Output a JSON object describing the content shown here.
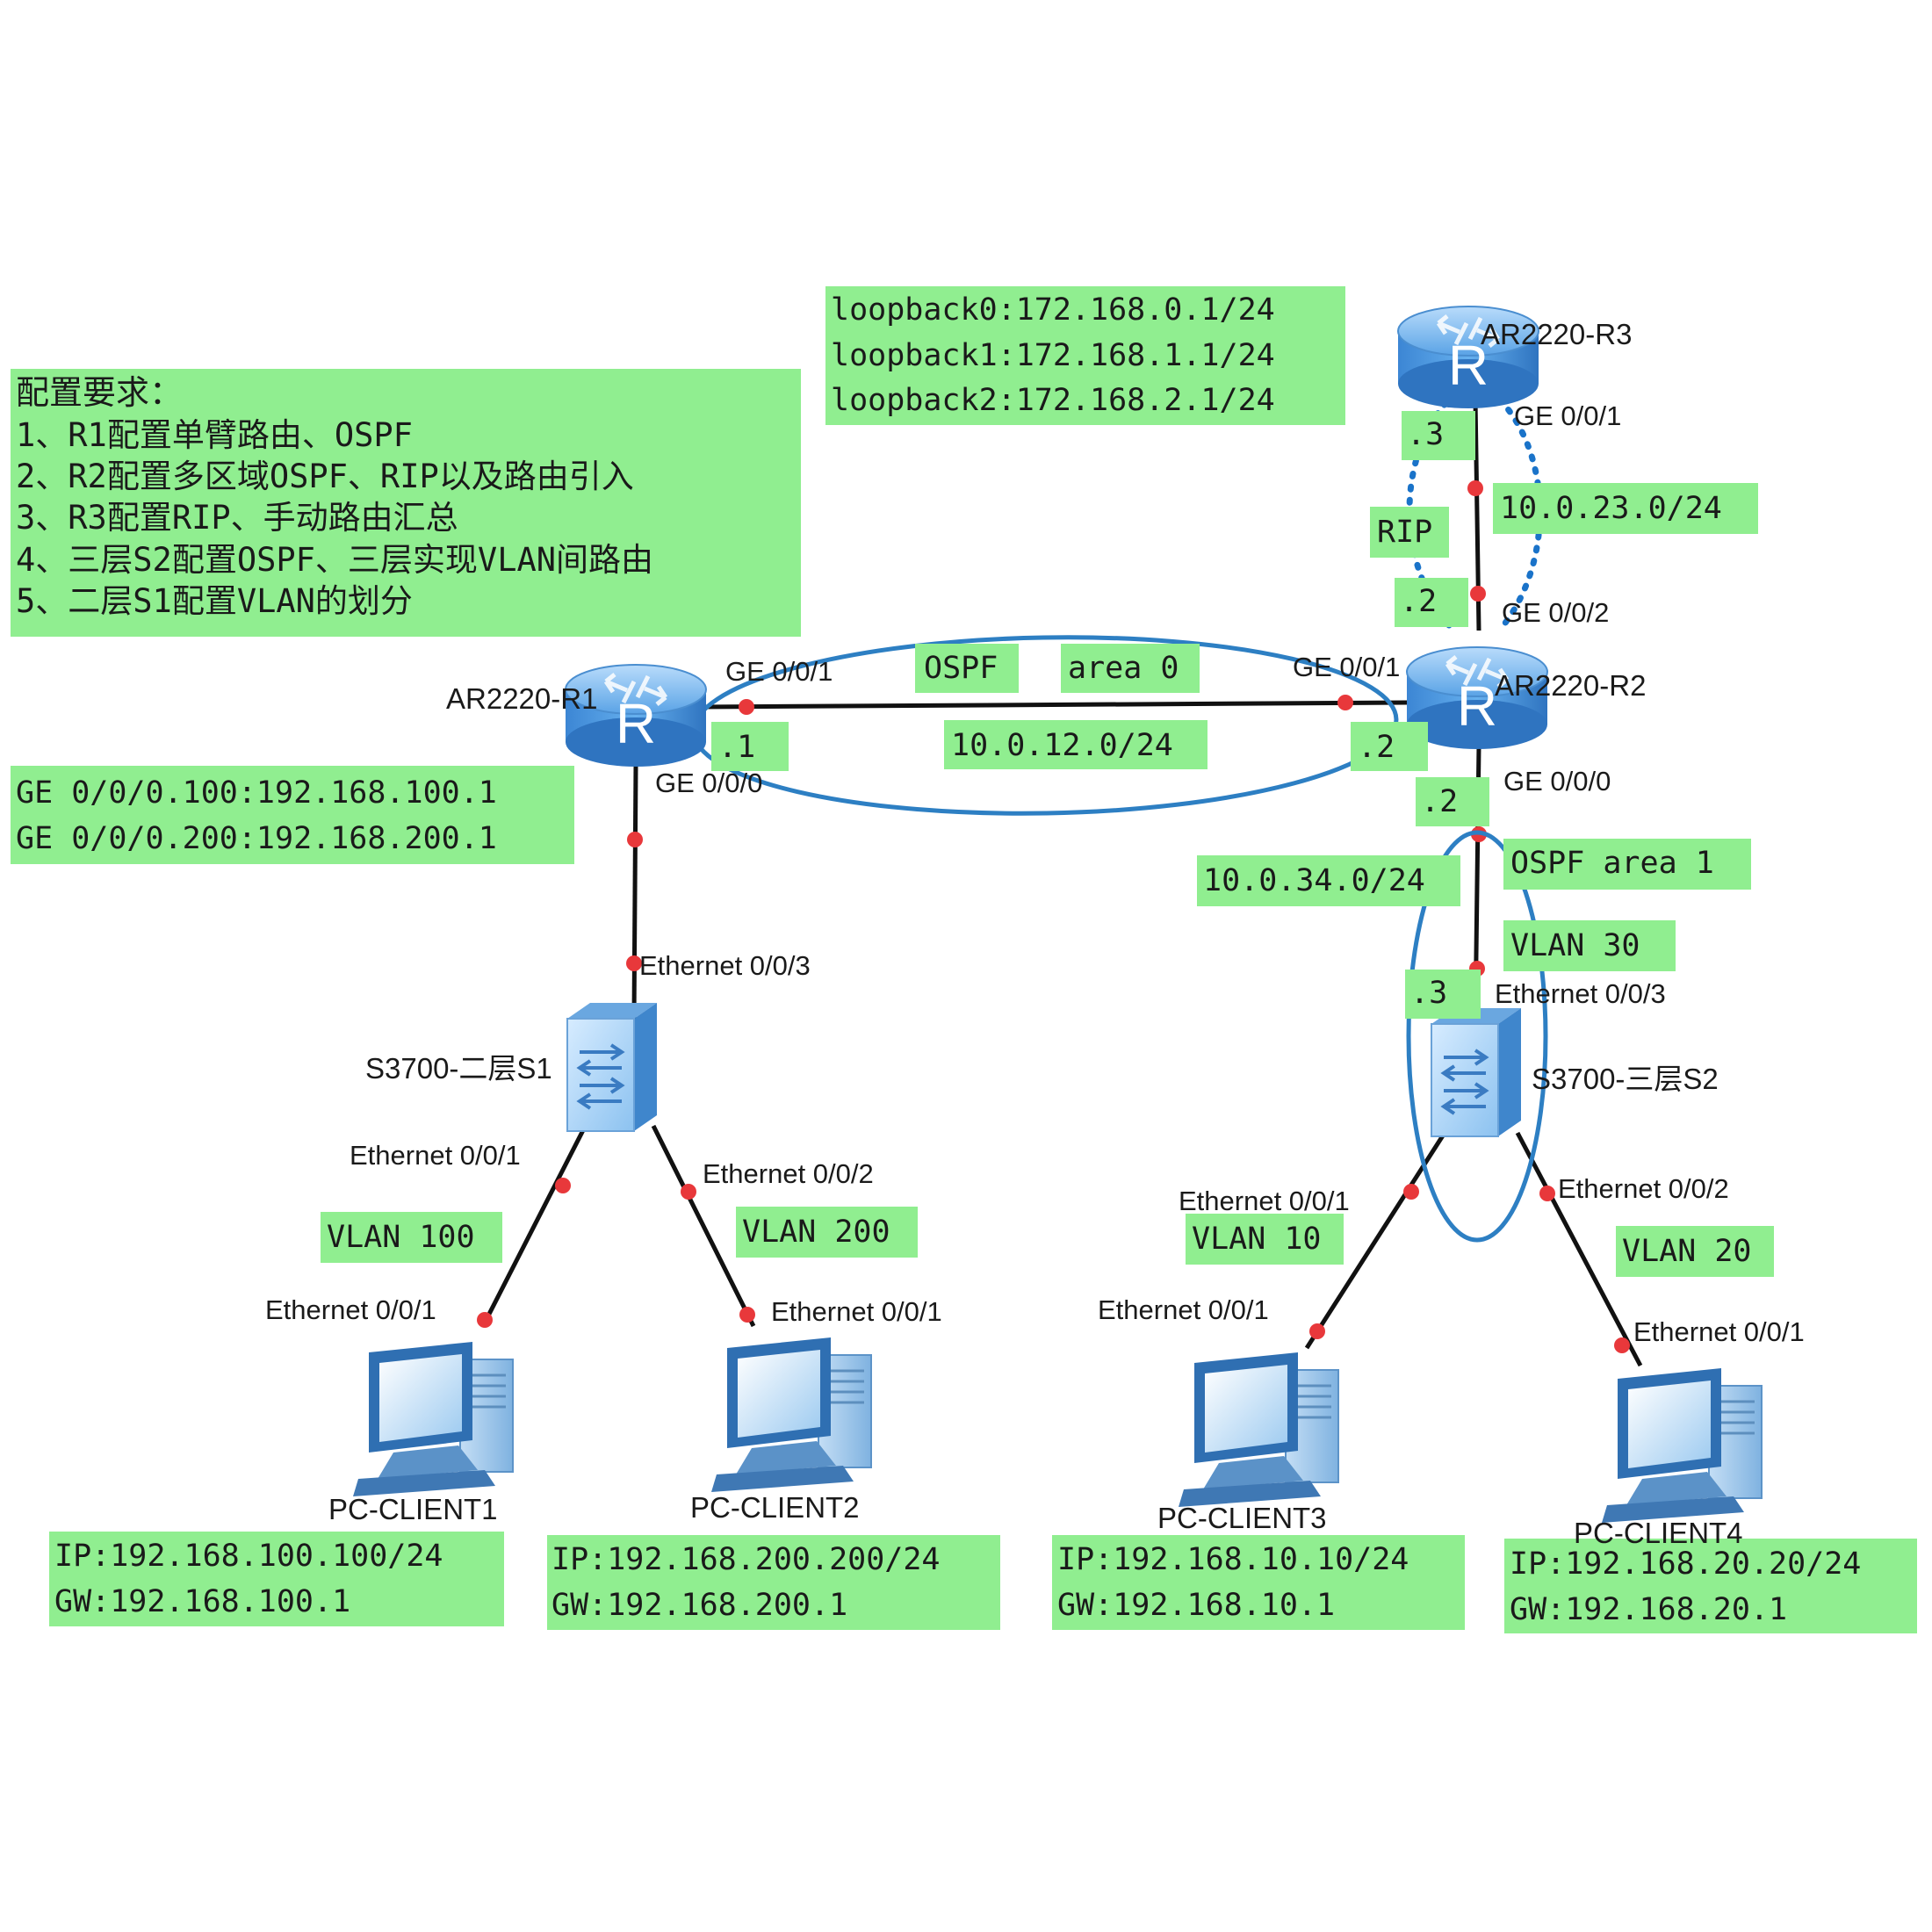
{
  "requirements": {
    "title": "配置要求：",
    "items": [
      "1、R1配置单臂路由、OSPF",
      "2、R2配置多区域OSPF、RIP以及路由引入",
      "3、R3配置RIP、手动路由汇总",
      "4、三层S2配置OSPF、三层实现VLAN间路由",
      "5、二层S1配置VLAN的划分"
    ]
  },
  "loopbacks": [
    "loopback0:172.168.0.1/24",
    "loopback1:172.168.1.1/24",
    "loopback2:172.168.2.1/24"
  ],
  "r1_subinterfaces": [
    "GE 0/0/0.100:192.168.100.1",
    "GE 0/0/0.200:192.168.200.1"
  ],
  "devices": {
    "r1": "AR2220-R1",
    "r2": "AR2220-R2",
    "r3": "AR2220-R3",
    "s1": "S3700-二层S1",
    "s2": "S3700-三层S2",
    "pc1": "PC-CLIENT1",
    "pc2": "PC-CLIENT2",
    "pc3": "PC-CLIENT3",
    "pc4": "PC-CLIENT4"
  },
  "ports": {
    "r1_ge001": "GE 0/0/1",
    "r1_ge000": "GE 0/0/0",
    "r2_ge001": "GE 0/0/1",
    "r2_ge002": "GE 0/0/2",
    "r2_ge000": "GE 0/0/0",
    "r3_ge001": "GE 0/0/1",
    "s1_eth003": "Ethernet 0/0/3",
    "s1_eth001": "Ethernet 0/0/1",
    "s1_eth002": "Ethernet 0/0/2",
    "s2_eth003": "Ethernet 0/0/3",
    "s2_eth001": "Ethernet 0/0/1",
    "s2_eth002": "Ethernet 0/0/2",
    "pc1_eth": "Ethernet 0/0/1",
    "pc2_eth": "Ethernet 0/0/1",
    "pc3_eth": "Ethernet 0/0/1",
    "pc4_eth": "Ethernet 0/0/1"
  },
  "networks": {
    "ospf_area0": "OSPF",
    "area0": "area 0",
    "net12": "10.0.12.0/24",
    "r1_host": ".1",
    "r2_host_12": ".2",
    "rip": "RIP",
    "net23": "10.0.23.0/24",
    "r3_host": ".3",
    "r2_host_23": ".2",
    "net34": "10.0.34.0/24",
    "ospf_area1": "OSPF area 1",
    "r2_host_34": ".2",
    "s2_host": ".3",
    "vlan30": "VLAN 30"
  },
  "vlans": {
    "vlan100": "VLAN 100",
    "vlan200": "VLAN 200",
    "vlan10": "VLAN 10",
    "vlan20": "VLAN 20"
  },
  "hosts": {
    "pc1_ip": "IP:192.168.100.100/24",
    "pc1_gw": "GW:192.168.100.1",
    "pc2_ip": "IP:192.168.200.200/24",
    "pc2_gw": "GW:192.168.200.1",
    "pc3_ip": "IP:192.168.10.10/24",
    "pc3_gw": "GW:192.168.10.1",
    "pc4_ip": "IP:192.168.20.20/24",
    "pc4_gw": "GW:192.168.20.1"
  },
  "colors": {
    "label_box": "#90ee90",
    "area_ellipse": "#2d7fc3",
    "rip_dotted": "#1a73c9",
    "link": "#111111",
    "port_dot": "#e8383b",
    "device_blue": "#3f8fd8"
  },
  "icons": {
    "router": "router-icon",
    "switch": "switch-icon",
    "pc": "pc-icon"
  }
}
